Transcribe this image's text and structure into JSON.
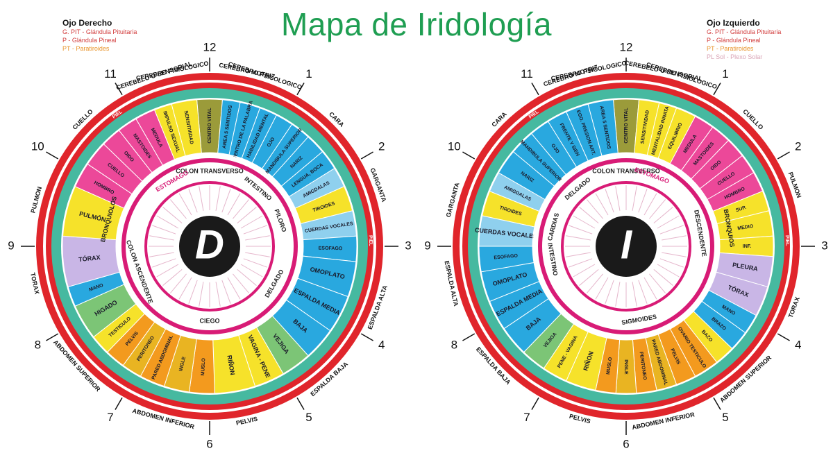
{
  "title": "Mapa de Iridología",
  "colors": {
    "title": "#1f9e52",
    "ring_red": "#e0252b",
    "ring_teal": "#46b9a0",
    "ring_pink_inner": "#d81b76",
    "center": "#1a1a1a",
    "blue": "#29a8df",
    "yellow": "#f6e22a",
    "orange": "#f39a1e",
    "pink": "#ec4899",
    "green": "#7cc576",
    "gold": "#e9b422",
    "lightblue": "#8fd0ee",
    "purple": "#c9b6e6",
    "maroon": "#8b2d4a",
    "olive": "#9b9b3a"
  },
  "legend_right_eye": {
    "heading": "Ojo Derecho",
    "items": [
      {
        "text": "G. PIT - Glándula Pituitaria",
        "color": "#d23c3c"
      },
      {
        "text": "P - Glándula Pineal",
        "color": "#d23c3c"
      },
      {
        "text": "PT - Paratiroides",
        "color": "#e8932a"
      }
    ]
  },
  "legend_left_eye": {
    "heading": "Ojo Izquierdo",
    "items": [
      {
        "text": "G. PIT - Glándula Pituitaria",
        "color": "#d23c3c"
      },
      {
        "text": "P - Glándula Pineal",
        "color": "#d23c3c"
      },
      {
        "text": "PT - Paratiroides",
        "color": "#e8932a"
      },
      {
        "text": "PL Sol - Plexo Solar",
        "color": "#d9a3b5"
      }
    ]
  },
  "eyes": [
    {
      "id": "derecho",
      "center_letter": "D",
      "hours": [
        "12",
        "1",
        "2",
        "3",
        "4",
        "5",
        "6",
        "7",
        "8",
        "9",
        "10",
        "11"
      ],
      "outer_labels": [
        {
          "text": "CEREBRO MOTRIZ",
          "angle": 12
        },
        {
          "text": "CEREBRO PSICOLOGICO",
          "angle": 18
        },
        {
          "text": "CARA",
          "angle": 45
        },
        {
          "text": "GARGANTA",
          "angle": 70
        },
        {
          "text": "PIEL",
          "angle": 88
        },
        {
          "text": "ESPALDA ALTA",
          "angle": 110
        },
        {
          "text": "ESPALDA BAJA",
          "angle": 138
        },
        {
          "text": "PELVIS",
          "angle": 168
        },
        {
          "text": "ABDOMEN INFERIOR",
          "angle": 195
        },
        {
          "text": "ABDOMEN SUPERIOR",
          "angle": 228
        },
        {
          "text": "TORAX",
          "angle": 258
        },
        {
          "text": "PULMON",
          "angle": 285
        },
        {
          "text": "CUELLO",
          "angle": 315
        },
        {
          "text": "PIEL",
          "angle": 325
        },
        {
          "text": "CEREBELO O SENSORIAL",
          "angle": 342
        },
        {
          "text": "CEREBRO FISIOLOGICO",
          "angle": 348
        }
      ],
      "segments": [
        {
          "text": "CENTRO VITAL",
          "a0": -5,
          "a1": 5,
          "color": "#9b9b3a"
        },
        {
          "text": "AREA 5 SENTIDOS",
          "a0": 5,
          "a1": 12,
          "color": "#29a8df"
        },
        {
          "text": "CENTRO DE LA PALABRA",
          "a0": 12,
          "a1": 20,
          "color": "#29a8df"
        },
        {
          "text": "HABILIDAD MENTAL",
          "a0": 20,
          "a1": 27,
          "color": "#29a8df"
        },
        {
          "text": "OJO",
          "a0": 27,
          "a1": 34,
          "color": "#29a8df"
        },
        {
          "text": "MANDIBULA SUPERIOR",
          "a0": 34,
          "a1": 42,
          "color": "#29a8df"
        },
        {
          "text": "NARIZ",
          "a0": 42,
          "a1": 50,
          "color": "#29a8df"
        },
        {
          "text": "LENGUA, BOCA",
          "a0": 50,
          "a1": 58,
          "color": "#29a8df"
        },
        {
          "text": "AMIGDALAS",
          "a0": 58,
          "a1": 66,
          "color": "#8fd0ee"
        },
        {
          "text": "TIROIDES",
          "a0": 66,
          "a1": 76,
          "color": "#f6e22a"
        },
        {
          "text": "CUERDAS VOCALES",
          "a0": 76,
          "a1": 86,
          "color": "#8fd0ee"
        },
        {
          "text": "ESOFAGO",
          "a0": 86,
          "a1": 96,
          "color": "#29a8df"
        },
        {
          "text": "OMOPLATO",
          "a0": 96,
          "a1": 110,
          "color": "#29a8df"
        },
        {
          "text": "ESPALDA MEDIA",
          "a0": 110,
          "a1": 125,
          "color": "#29a8df"
        },
        {
          "text": "BAJA",
          "a0": 125,
          "a1": 138,
          "color": "#29a8df"
        },
        {
          "text": "VEJIGA",
          "a0": 138,
          "a1": 150,
          "color": "#7cc576"
        },
        {
          "text": "VAGINA - PENE",
          "a0": 150,
          "a1": 162,
          "color": "#f6e22a"
        },
        {
          "text": "RIÑON",
          "a0": 162,
          "a1": 178,
          "color": "#f6e22a"
        },
        {
          "text": "MUSLO",
          "a0": 178,
          "a1": 188,
          "color": "#f39a1e"
        },
        {
          "text": "INGLE",
          "a0": 188,
          "a1": 198,
          "color": "#e9b422"
        },
        {
          "text": "PARED ABDOMINAL",
          "a0": 198,
          "a1": 208,
          "color": "#f39a1e"
        },
        {
          "text": "PERITONEO",
          "a0": 208,
          "a1": 216,
          "color": "#e9b422"
        },
        {
          "text": "PELVIS",
          "a0": 216,
          "a1": 224,
          "color": "#f39a1e"
        },
        {
          "text": "TESTICULO",
          "a0": 224,
          "a1": 232,
          "color": "#f6e22a"
        },
        {
          "text": "HIGADO",
          "a0": 232,
          "a1": 246,
          "color": "#7cc576"
        },
        {
          "text": "MANO",
          "a0": 246,
          "a1": 254,
          "color": "#29a8df"
        },
        {
          "text": "TÓRAX",
          "a0": 254,
          "a1": 274,
          "color": "#c9b6e6"
        },
        {
          "text": "PULMÓN",
          "a0": 274,
          "a1": 294,
          "color": "#f6e22a"
        },
        {
          "text": "HOMBRO",
          "a0": 294,
          "a1": 304,
          "color": "#ec4899"
        },
        {
          "text": "CUELLO",
          "a0": 304,
          "a1": 314,
          "color": "#ec4899"
        },
        {
          "text": "OIDO",
          "a0": 314,
          "a1": 322,
          "color": "#ec4899"
        },
        {
          "text": "MASTOIDES",
          "a0": 322,
          "a1": 330,
          "color": "#ec4899"
        },
        {
          "text": "MEDULA",
          "a0": 330,
          "a1": 338,
          "color": "#ec4899"
        },
        {
          "text": "IMPULSO SEXUAL",
          "a0": 338,
          "a1": 345,
          "color": "#f6e22a"
        },
        {
          "text": "SENSITIVIDAD",
          "a0": 345,
          "a1": 355,
          "color": "#f6e22a"
        }
      ],
      "inner_labels": [
        {
          "text": "COLON TRANSVERSO",
          "angle": 0
        },
        {
          "text": "PILORO",
          "angle": 70
        },
        {
          "text": "DELGADO",
          "angle": 120
        },
        {
          "text": "CIEGO",
          "angle": 180
        },
        {
          "text": "COLON ASCENDENTE",
          "angle": 250
        },
        {
          "text": "BRONQUIOLOS",
          "angle": 285
        },
        {
          "text": "ESTOMAGO",
          "angle": 330
        },
        {
          "text": "INTESTINO",
          "angle": 40
        }
      ]
    },
    {
      "id": "izquierdo",
      "center_letter": "I",
      "hours": [
        "12",
        "1",
        "2",
        "3",
        "4",
        "5",
        "6",
        "7",
        "8",
        "9",
        "10",
        "11"
      ],
      "outer_labels": [
        {
          "text": "CEREBELO O SENSORIAL",
          "angle": 12
        },
        {
          "text": "CEREBRO FISIOLOGICO",
          "angle": 18
        },
        {
          "text": "CUELLO",
          "angle": 45
        },
        {
          "text": "PULMON",
          "angle": 70
        },
        {
          "text": "PIEL",
          "angle": 88
        },
        {
          "text": "TORAX",
          "angle": 110
        },
        {
          "text": "ABDOMEN SUPERIOR",
          "angle": 138
        },
        {
          "text": "ABDOMEN INFERIOR",
          "angle": 168
        },
        {
          "text": "PELVIS",
          "angle": 195
        },
        {
          "text": "ESPALDA BAJA",
          "angle": 228
        },
        {
          "text": "ESPALDA ALTA",
          "angle": 258
        },
        {
          "text": "GARGANTA",
          "angle": 285
        },
        {
          "text": "CARA",
          "angle": 315
        },
        {
          "text": "PIEL",
          "angle": 325
        },
        {
          "text": "CEREBRO MOTRIZ",
          "angle": 342
        },
        {
          "text": "CEREBRO PSICOLOGICO",
          "angle": 348
        }
      ],
      "segments": [
        {
          "text": "CENTRO VITAL",
          "a0": -5,
          "a1": 5,
          "color": "#9b9b3a"
        },
        {
          "text": "SENSITIVIDAD",
          "a0": 5,
          "a1": 13,
          "color": "#f6e22a"
        },
        {
          "text": "MENTALIDAD INNATA",
          "a0": 13,
          "a1": 20,
          "color": "#f6e22a"
        },
        {
          "text": "EQUILIBRIO",
          "a0": 20,
          "a1": 28,
          "color": "#f6e22a"
        },
        {
          "text": "MEDULA",
          "a0": 28,
          "a1": 36,
          "color": "#ec4899"
        },
        {
          "text": "MASTOIDES",
          "a0": 36,
          "a1": 44,
          "color": "#ec4899"
        },
        {
          "text": "OIDO",
          "a0": 44,
          "a1": 52,
          "color": "#ec4899"
        },
        {
          "text": "CUELLO",
          "a0": 52,
          "a1": 60,
          "color": "#ec4899"
        },
        {
          "text": "HOMBRO",
          "a0": 60,
          "a1": 68,
          "color": "#ec4899"
        },
        {
          "text": "SUP.",
          "a0": 68,
          "a1": 76,
          "color": "#f6e22a"
        },
        {
          "text": "MEDIO",
          "a0": 76,
          "a1": 86,
          "color": "#f6e22a"
        },
        {
          "text": "INF.",
          "a0": 86,
          "a1": 94,
          "color": "#f6e22a"
        },
        {
          "text": "PLEURA",
          "a0": 94,
          "a1": 106,
          "color": "#c9b6e6"
        },
        {
          "text": "TÓRAX",
          "a0": 106,
          "a1": 118,
          "color": "#c9b6e6"
        },
        {
          "text": "MANO",
          "a0": 118,
          "a1": 126,
          "color": "#29a8df"
        },
        {
          "text": "BRAZO",
          "a0": 126,
          "a1": 134,
          "color": "#29a8df"
        },
        {
          "text": "BAZO",
          "a0": 134,
          "a1": 142,
          "color": "#f6e22a"
        },
        {
          "text": "OVARIO TESTICULO",
          "a0": 142,
          "a1": 152,
          "color": "#f39a1e"
        },
        {
          "text": "PELVIS",
          "a0": 152,
          "a1": 160,
          "color": "#f39a1e"
        },
        {
          "text": "PARED ABDOMINAL",
          "a0": 160,
          "a1": 168,
          "color": "#e9b422"
        },
        {
          "text": "PERITONEO",
          "a0": 168,
          "a1": 176,
          "color": "#f39a1e"
        },
        {
          "text": "INGLE",
          "a0": 176,
          "a1": 184,
          "color": "#e9b422"
        },
        {
          "text": "MUSLO",
          "a0": 184,
          "a1": 192,
          "color": "#f39a1e"
        },
        {
          "text": "RIÑON",
          "a0": 192,
          "a1": 204,
          "color": "#f6e22a"
        },
        {
          "text": "PENE - VAGINA",
          "a0": 204,
          "a1": 214,
          "color": "#f6e22a"
        },
        {
          "text": "VEJIGA",
          "a0": 214,
          "a1": 224,
          "color": "#7cc576"
        },
        {
          "text": "BAJA",
          "a0": 224,
          "a1": 236,
          "color": "#29a8df"
        },
        {
          "text": "ESPALDA MEDIA",
          "a0": 236,
          "a1": 248,
          "color": "#29a8df"
        },
        {
          "text": "OMOPLATO",
          "a0": 248,
          "a1": 260,
          "color": "#29a8df"
        },
        {
          "text": "ESOFAGO",
          "a0": 260,
          "a1": 270,
          "color": "#29a8df"
        },
        {
          "text": "CUERDAS VOCALES",
          "a0": 270,
          "a1": 282,
          "color": "#8fd0ee"
        },
        {
          "text": "TIROIDES",
          "a0": 282,
          "a1": 292,
          "color": "#f6e22a"
        },
        {
          "text": "AMIGDALAS",
          "a0": 292,
          "a1": 300,
          "color": "#8fd0ee"
        },
        {
          "text": "NARIZ",
          "a0": 300,
          "a1": 310,
          "color": "#29a8df"
        },
        {
          "text": "MANDIBULA SUPERIOR",
          "a0": 310,
          "a1": 320,
          "color": "#29a8df"
        },
        {
          "text": "OJO",
          "a0": 320,
          "a1": 328,
          "color": "#29a8df"
        },
        {
          "text": "FRENTE Y SIEN",
          "a0": 328,
          "a1": 336,
          "color": "#29a8df"
        },
        {
          "text": "EGO. PRESION ART.",
          "a0": 336,
          "a1": 345,
          "color": "#29a8df"
        },
        {
          "text": "AREA 5 SENTIDOS",
          "a0": 345,
          "a1": 355,
          "color": "#29a8df"
        }
      ],
      "inner_labels": [
        {
          "text": "COLON TRANSVERSO",
          "angle": 0
        },
        {
          "text": "DESCENDENTE",
          "angle": 80
        },
        {
          "text": "SIGMOIDES",
          "angle": 170
        },
        {
          "text": "INTESTINO",
          "angle": 260
        },
        {
          "text": "CARDIAS",
          "angle": 285
        },
        {
          "text": "DELGADO",
          "angle": 320
        },
        {
          "text": "ESTOMAGO",
          "angle": 20
        },
        {
          "text": "BRONQUIOS",
          "angle": 80
        }
      ]
    }
  ]
}
